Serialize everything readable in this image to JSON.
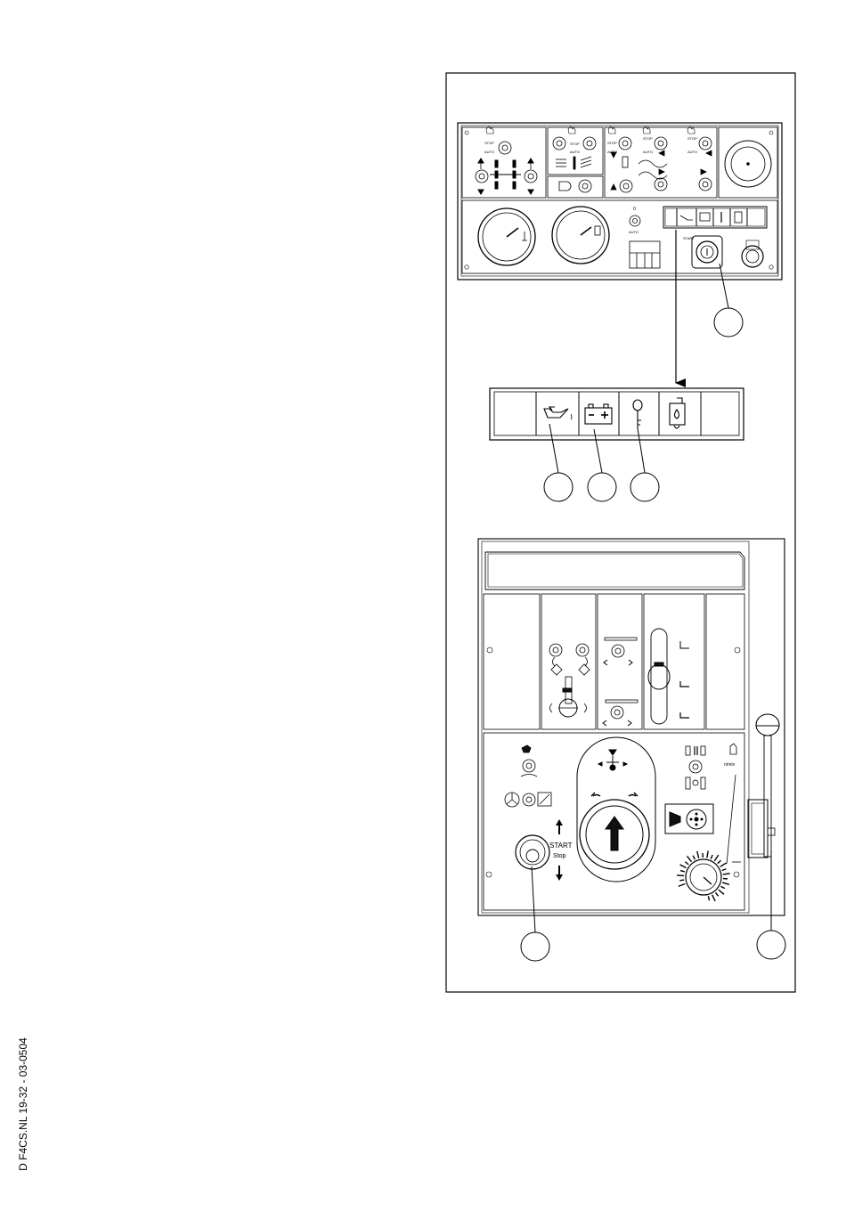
{
  "diagram": {
    "labels": {
      "stop": "STOP",
      "auto": "AUTO",
      "start": "START",
      "start_big": "START",
      "stop_small": "Stop",
      "rpm": "n/min",
      "zero": "0"
    },
    "footer_code": "D F4CS.NL 19-32 - 03-0504",
    "colors": {
      "line": "#000000",
      "background": "#ffffff",
      "dark_fill": "#111111"
    }
  }
}
